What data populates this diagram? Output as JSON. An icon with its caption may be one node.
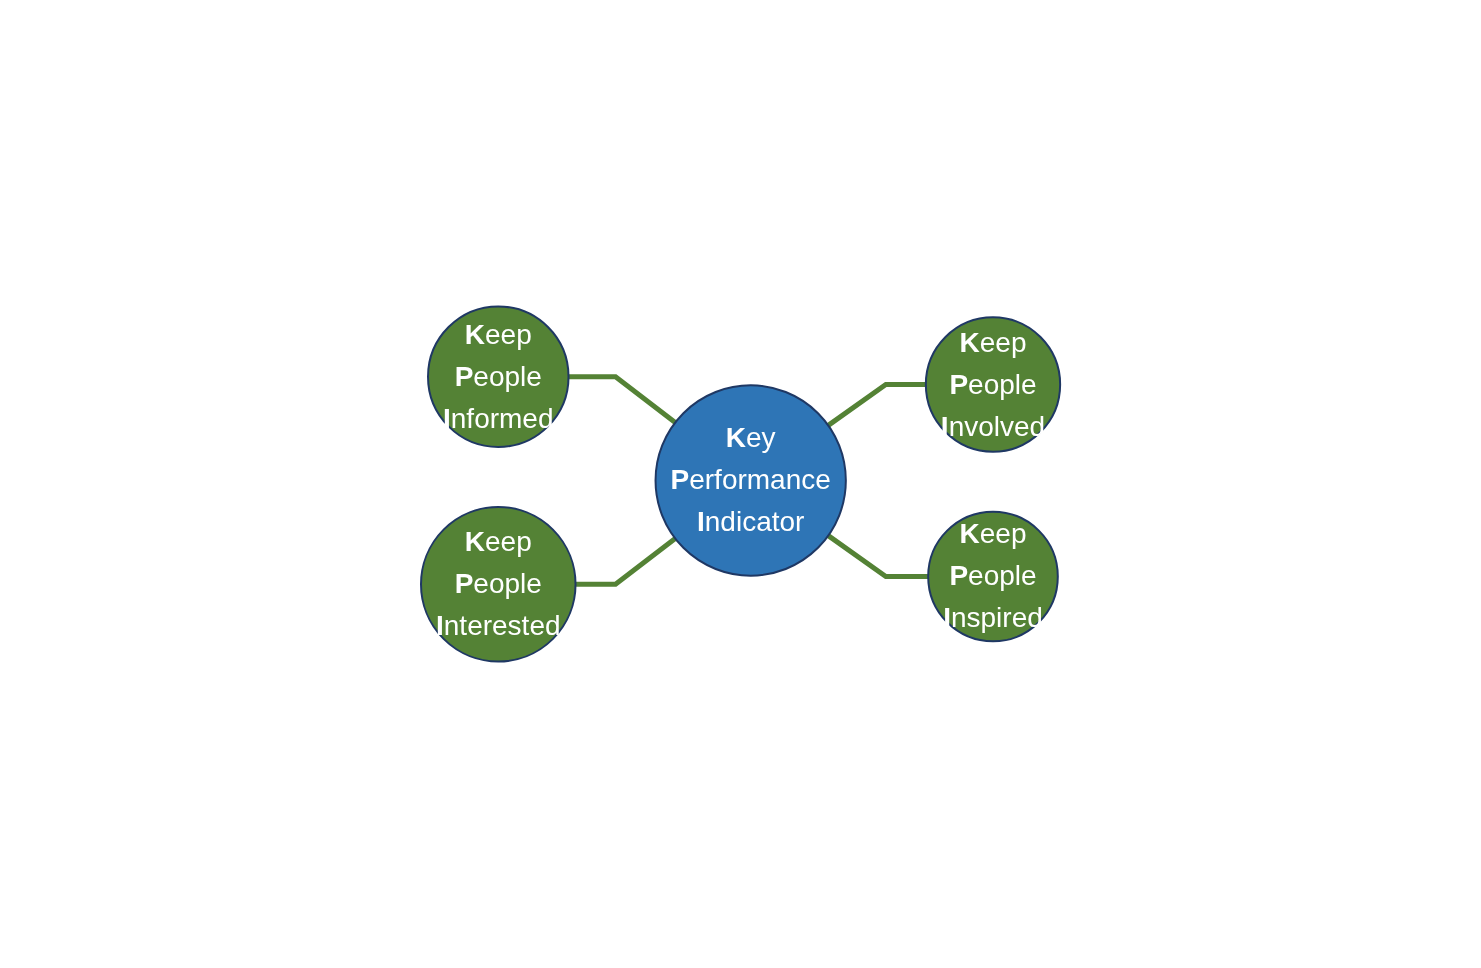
{
  "diagram": {
    "nodes": [
      {
        "text": [
          "**K**eep **P**eople **I**nformed"
        ]
      },
      {
        "text": [
          "**K**eep **P**eople **I**nvolved"
        ]
      },
      {
        "text": [
          "**K**ey **P**erformance **I**ndicator"
        ]
      },
      {
        "text": [
          "**K**eep **P**eople **I**nterested"
        ]
      },
      {
        "text": [
          "**K**eep **P**eople **I**nspired"
        ]
      }
    ],
    "edges": [
      {
        "from": 0,
        "to": 2,
        "arrow": "none"
      },
      {
        "from": 2,
        "to": 1,
        "arrow": "none"
      },
      {
        "from": 3,
        "to": 2,
        "arrow": "none"
      },
      {
        "from": 2,
        "to": 4,
        "arrow": "none"
      }
    ]
  }
}
